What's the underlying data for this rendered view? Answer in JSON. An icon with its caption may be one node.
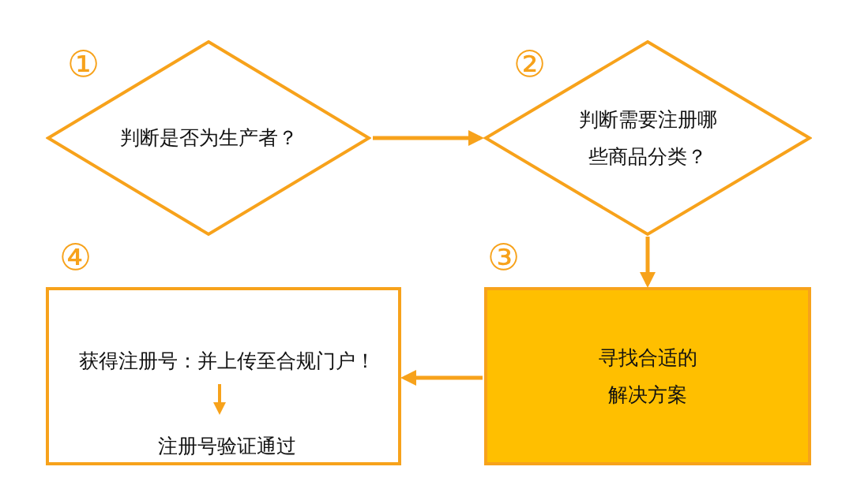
{
  "diagram": {
    "nodes": [
      {
        "text": [
          "判断是否为生产者？"
        ],
        "beside": [
          "①"
        ]
      },
      {
        "text": [
          "判断需要注册哪些商品分类？"
        ],
        "beside": [
          "②"
        ]
      },
      {
        "text": [
          "寻找合适的解决方案"
        ],
        "beside": [
          "③"
        ]
      },
      {
        "text": [],
        "shape": "box",
        "beside": [
          "④"
        ]
      },
      {
        "text": [
          "获得注册号：并上传至合规门户！"
        ],
        "in": 3
      },
      {
        "text": [
          "注册号验证通过"
        ],
        "in": 3
      }
    ],
    "edges": [
      {
        "from": 0,
        "to": 1,
        "arrow": "to"
      },
      {
        "from": 1,
        "to": 2,
        "arrow": "to"
      },
      {
        "from": 2,
        "to": 3,
        "arrow": "to"
      },
      {
        "from": 4,
        "to": 5,
        "arrow": "to"
      }
    ]
  }
}
